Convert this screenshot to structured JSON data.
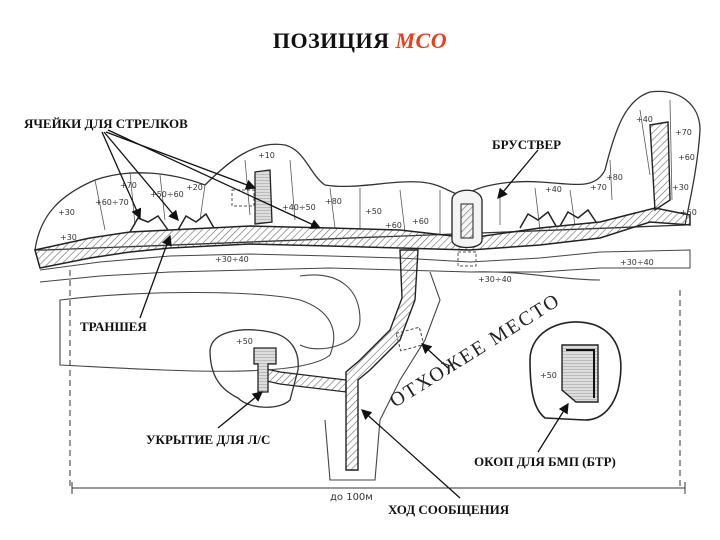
{
  "title": {
    "main": "ПОЗИЦИЯ ",
    "accent": "МСО",
    "accent_color": "#e8401a"
  },
  "labels": {
    "cells": "ЯЧЕЙКИ ДЛЯ СТРЕЛКОВ",
    "parapet": "БРУСТВЕР",
    "trench": "ТРАНШЕЯ",
    "rest_place": "ОТХОЖЕЕ МЕСТО",
    "shelter": "УКРЫТИЕ ДЛЯ Л/С",
    "vehicle_pit": "ОКОП ДЛЯ БМП (БТР)",
    "comm_trench": "ХОД СООБЩЕНИЯ"
  },
  "marks": {
    "m_plus10": "+10",
    "m_30_40_left": "+30÷40",
    "m_30_40_mid": "+30÷40",
    "m_30_40_right": "+30÷40",
    "m_40_50": "+40÷50",
    "m_50_60": "+50÷60",
    "m_60_70": "+60÷70",
    "m_30": "+30",
    "m_20": "+20",
    "m_70": "+70",
    "m_80": "+80",
    "m_50": "+50",
    "m_60": "+60",
    "m_40": "+40",
    "m_30b": "+30",
    "m_70b": "+70",
    "m_60b": "+60",
    "m_40b": "+40",
    "m_80b": "+80",
    "m_50b": "+50",
    "m_70c": "+70",
    "m_60c": "+60",
    "m_30c": "+30",
    "m_50_shelter": "+50",
    "m_50_pit": "+50",
    "scale": "до 100м"
  }
}
